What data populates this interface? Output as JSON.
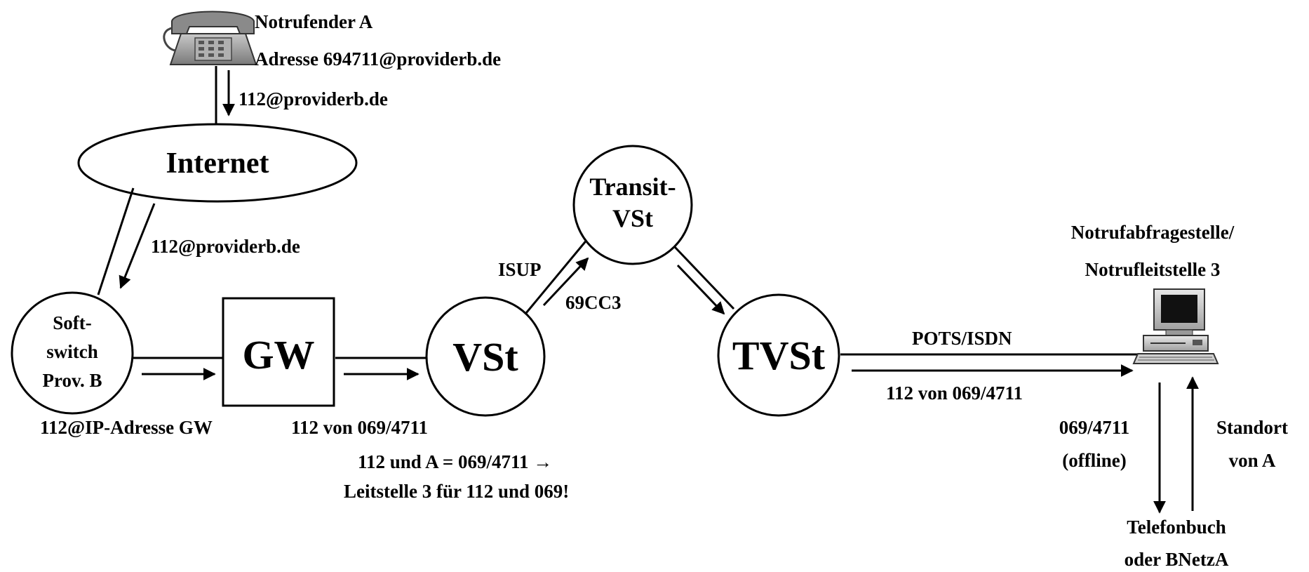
{
  "caller": {
    "name": "Notrufender A",
    "address": "Adresse 694711@providerb.de",
    "dialed": "112@providerb.de"
  },
  "internet": {
    "label": "Internet",
    "link_label": "112@providerb.de"
  },
  "softswitch": {
    "line1": "Soft-",
    "line2": "switch",
    "line3": "Prov. B",
    "out_label": "112@IP-Adresse GW"
  },
  "gateway": {
    "label": "GW",
    "out_label": "112 von 069/4711"
  },
  "vst": {
    "label": "VSt",
    "note_line1": "112 und A = 069/4711 →",
    "note_line2": "Leitstelle 3 für 112 und 069!"
  },
  "isup": {
    "label": "ISUP",
    "code": "69CC3"
  },
  "transit": {
    "line1": "Transit-",
    "line2": "VSt"
  },
  "tvst": {
    "label": "TVSt"
  },
  "link_pots": {
    "top": "POTS/ISDN",
    "bottom": "112 von 069/4711"
  },
  "psap": {
    "line1": "Notrufabfragestelle/",
    "line2": "Notrufleitstelle 3",
    "query_line1": "069/4711",
    "query_line2": "(offline)",
    "reply_line1": "Standort",
    "reply_line2": "von A"
  },
  "directory": {
    "line1": "Telefonbuch",
    "line2": "oder BNetzA"
  },
  "icons": [
    "telephone-icon",
    "computer-icon"
  ]
}
